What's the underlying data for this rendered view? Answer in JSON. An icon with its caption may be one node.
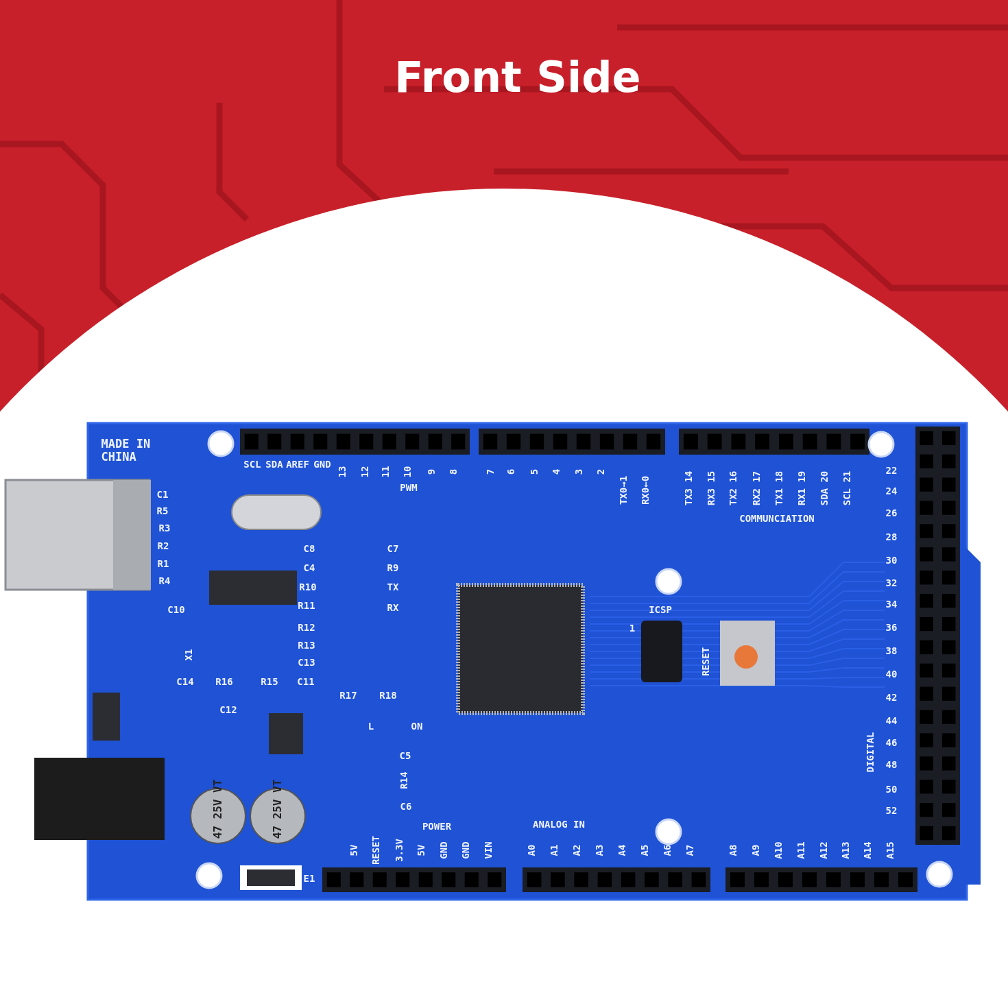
{
  "diagram": {
    "title": "Front Side",
    "labels": [
      "MADE IN CHINA",
      "SCL",
      "SDA",
      "AREF",
      "GND",
      "13",
      "12",
      "11",
      "10",
      "9",
      "8",
      "PWM",
      "7",
      "6",
      "5",
      "4",
      "3",
      "2",
      "TX0→1",
      "RX0←0",
      "TX3 14",
      "RX3 15",
      "TX2 16",
      "RX2 17",
      "TX1 18",
      "RX1 19",
      "SDA 20",
      "SCL 21",
      "COMMUNCIATION",
      "22",
      "24",
      "26",
      "28",
      "30",
      "32",
      "34",
      "36",
      "38",
      "40",
      "42",
      "44",
      "46",
      "48",
      "50",
      "52",
      "DIGITAL",
      "C1",
      "R5",
      "R3",
      "R2",
      "R1",
      "R4",
      "C10",
      "C8",
      "C7",
      "C4",
      "R9",
      "R10",
      "TX",
      "R11",
      "RX",
      "R12",
      "R13",
      "C13",
      "X1",
      "C14",
      "R16",
      "R15",
      "C11",
      "R17",
      "R18",
      "C12",
      "L",
      "ON",
      "ICSP",
      "1",
      "RESET",
      "C5",
      "R14",
      "C6",
      "47 25V VT",
      "47 25V VT",
      "POWER",
      "ANALOG IN",
      "5V",
      "RESET",
      "3.3V",
      "5V",
      "GND",
      "GND",
      "VIN",
      "A0",
      "A1",
      "A2",
      "A3",
      "A4",
      "A5",
      "A6",
      "A7",
      "A8",
      "A9",
      "A10",
      "A11",
      "A12",
      "A13",
      "A14",
      "A15",
      "E1"
    ]
  }
}
